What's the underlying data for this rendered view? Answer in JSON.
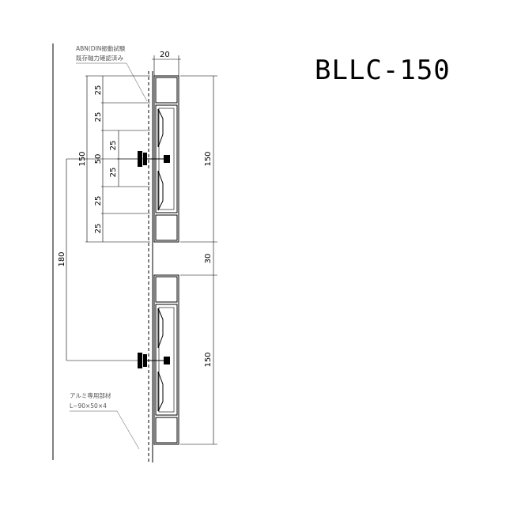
{
  "title": "BLLC-150",
  "notes": {
    "anchor_line1": "ABN(DIN振動試験",
    "anchor_line2": "既存軸力確認済み",
    "bracket_line1": "アルミ専用部材",
    "bracket_line2": "L−90×50×4"
  },
  "dims": {
    "top_width": "20",
    "left_25_a": "25",
    "left_25_b": "25",
    "left_25_c": "25",
    "left_50": "50",
    "left_25_d": "25",
    "left_25_e": "25",
    "left_25_f": "25",
    "left_150": "150",
    "left_180": "180",
    "right_150_top": "150",
    "right_30": "30",
    "right_150_bottom": "150"
  }
}
